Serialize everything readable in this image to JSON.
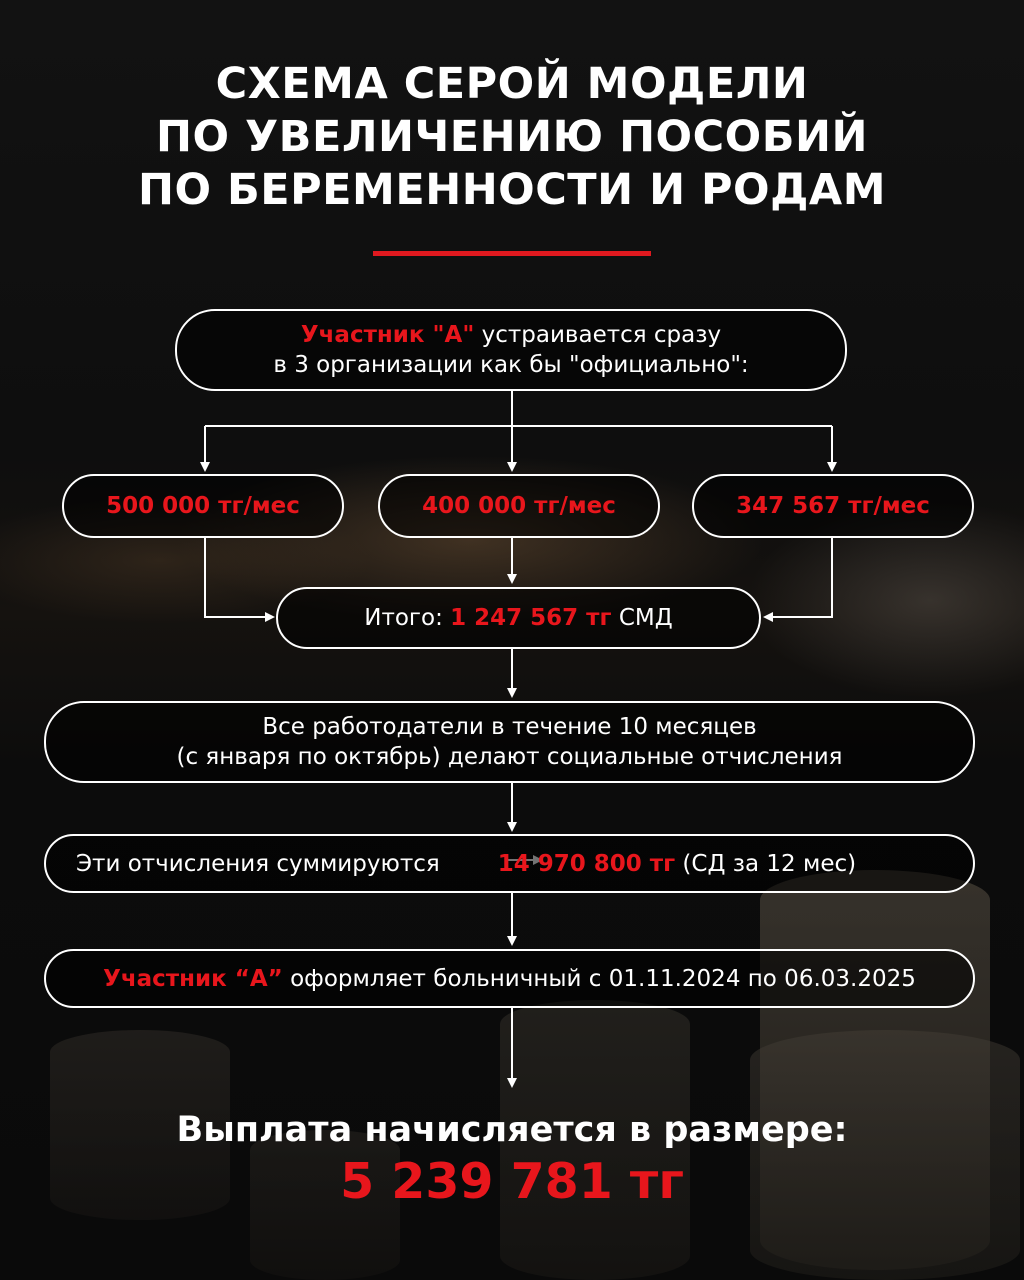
{
  "title": {
    "line1": "СХЕМА СЕРОЙ МОДЕЛИ",
    "line2": "ПО УВЕЛИЧЕНИЮ ПОСОБИЙ",
    "line3": "ПО БЕРЕМЕННОСТИ И РОДАМ"
  },
  "top_box": {
    "participant": "Участник \"А\"",
    "text1": " устраивается сразу",
    "text2": "в 3 организации как бы \"официально\":"
  },
  "salaries": [
    "500 000 тг/мес",
    "400 000 тг/мес",
    "347 567 тг/мес"
  ],
  "total_box": {
    "prefix": "Итого: ",
    "amount": "1 247 567 тг",
    "suffix": " СМД"
  },
  "contrib_box": {
    "line1": "Все работодатели в течение 10 месяцев",
    "line2": "(с января по октябрь) делают социальные отчисления"
  },
  "sum_box": {
    "text": "Эти отчисления суммируются",
    "amount": "14 970 800 тг",
    "suffix": " (СД за 12 мес)"
  },
  "sick_box": {
    "participant": "Участник “А”",
    "text": " оформляет больничный с 01.11.2024 по 06.03.2025"
  },
  "result": {
    "label": "Выплата начисляется в размере:",
    "amount": "5 239 781 тг"
  },
  "colors": {
    "accent": "#e8161c",
    "line": "#ffffff",
    "background": "#0b0b0b"
  }
}
